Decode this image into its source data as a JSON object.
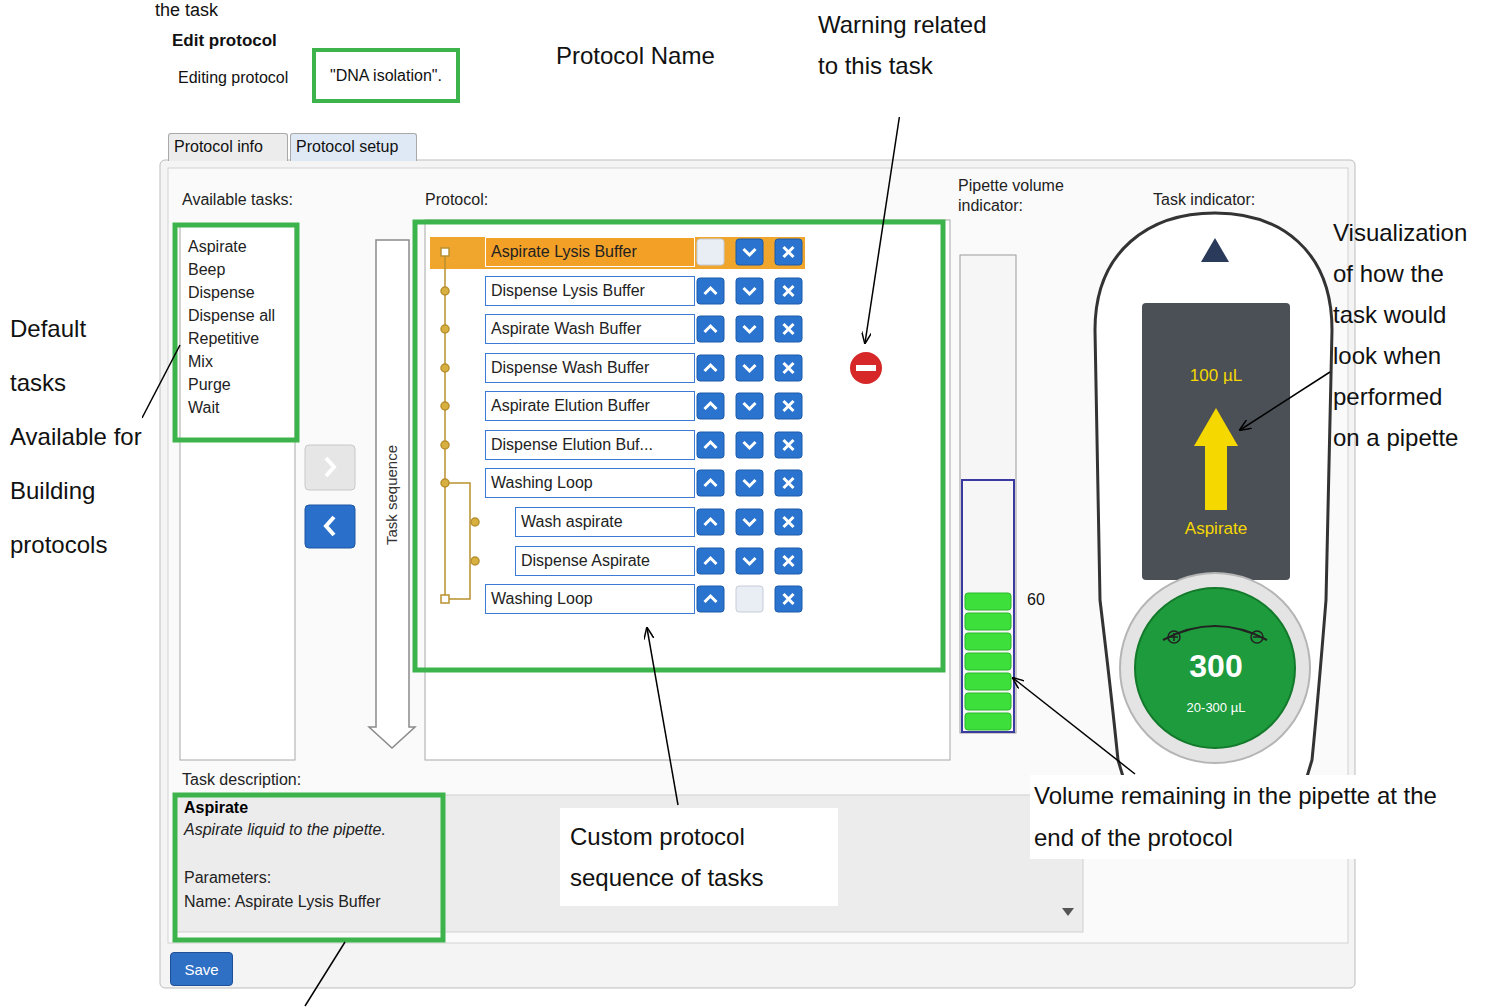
{
  "diagram": {
    "nodes": [
      {
        "text": [
          "Edit protocol",
          "Editing protocol"
        ]
      },
      {
        "text": [
          "\"DNA isolation\"."
        ],
        "in": 0
      },
      {
        "text": [
          "Protocol info"
        ]
      },
      {
        "text": [
          "Protocol setup"
        ]
      },
      {
        "text": [
          "Available tasks:",
          "Aspirate",
          "Beep",
          "Dispense",
          "Dispense all",
          "Repetitive",
          "Mix",
          "Purge",
          "Wait"
        ]
      },
      {
        "text": [
          "Protocol:"
        ]
      },
      {
        "text": [
          "Aspirate Lysis Buffer"
        ],
        "in": 5
      },
      {
        "text": [
          "Dispense Lysis Buffer"
        ],
        "in": 5
      },
      {
        "text": [
          "Aspirate Wash Buffer"
        ],
        "in": 5
      },
      {
        "text": [
          "Dispense Wash Buffer"
        ],
        "in": 5
      },
      {
        "text": [
          "Aspirate Elution Buffer"
        ],
        "in": 5
      },
      {
        "text": [
          "Dispense Elution Buf..."
        ],
        "in": 5
      },
      {
        "text": [
          "Washing Loop"
        ],
        "in": 5
      },
      {
        "text": [
          "Wash aspirate"
        ],
        "in": 5
      },
      {
        "text": [
          "Dispense Aspirate"
        ],
        "in": 5
      },
      {
        "text": [
          "Washing Loop"
        ],
        "in": 5
      },
      {
        "text": [
          "Pipette volume indicator:"
        ]
      },
      {
        "text": [
          "Task indicator:"
        ]
      },
      {
        "text": [
          "Task description:",
          "Aspirate",
          "Aspirate liquid to the pipette.",
          "Parameters:",
          "Name: Aspirate Lysis Buffer"
        ]
      },
      {
        "text": [
          "Save"
        ]
      }
    ],
    "labels": [
      "the task",
      "Protocol Name",
      "Warning related to this task",
      "Default tasks Available for Building protocols",
      "Visualization of how the task would look when performed on a pipette",
      "Custom protocol sequence of tasks",
      "Volume remaining in the pipette at the end of the protocol",
      "Task sequence",
      "60",
      "100 µL",
      "Aspirate",
      "300",
      "20-300 µL"
    ]
  }
}
